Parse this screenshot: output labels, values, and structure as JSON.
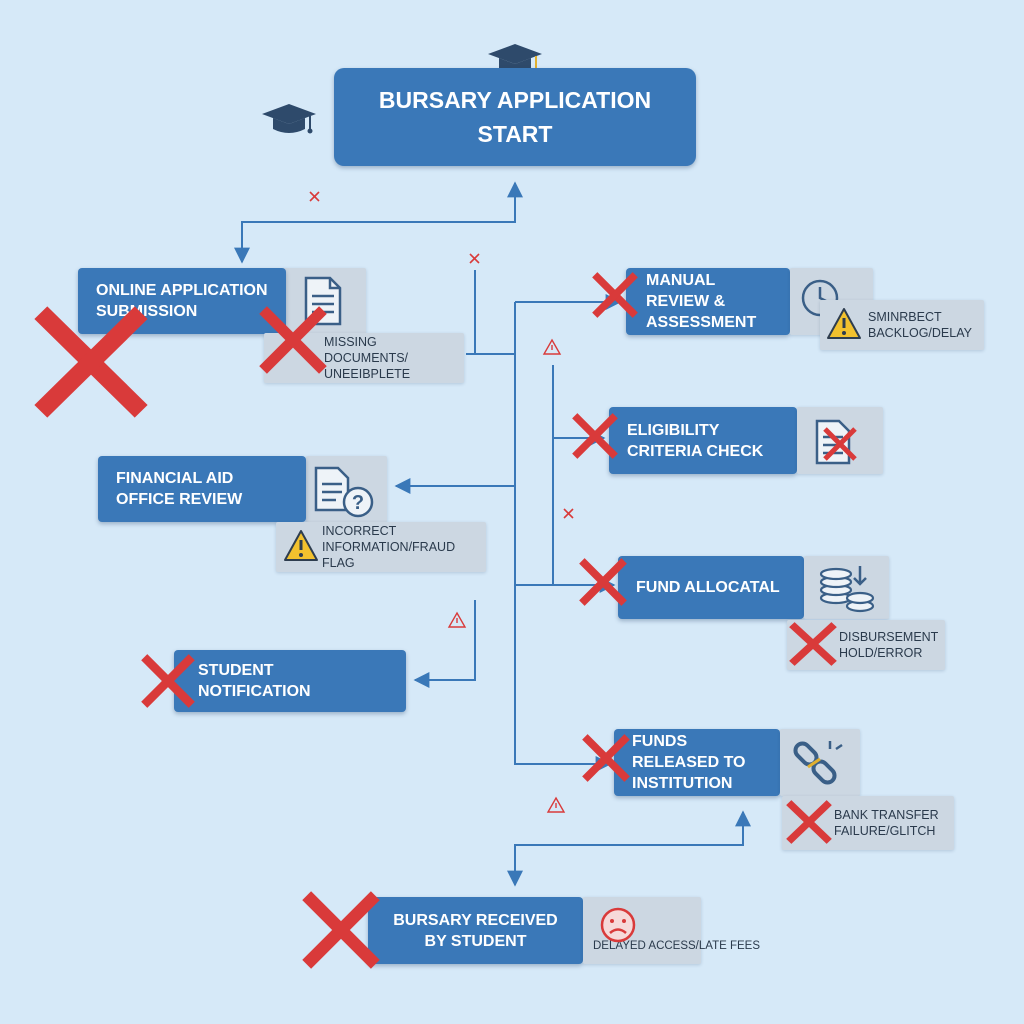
{
  "colors": {
    "background": "#d6e9f8",
    "node_fill": "#3a78b8",
    "node_text": "#ffffff",
    "issue_fill": "#ccd7e2",
    "connector": "#3a78b8",
    "error_red": "#d93a3a",
    "warning_yellow": "#f2c12e"
  },
  "nodes": {
    "start": "BURSARY APPLICATION START",
    "online_application": "ONLINE APPLICATION SUBMISSION",
    "manual_review": "MANUAL REVIEW & ASSESSMENT",
    "eligibility": "ELIGIBILITY CRITERIA CHECK",
    "financial_aid": "FINANCIAL AID OFFICE REVIEW",
    "fund_allocation": "FUND ALLOCATAL",
    "student_notification": "STUDENT NOTIFICATION",
    "funds_released": "FUNDS RELEASED TO INSTITUTION",
    "bursary_received": "BURSARY RECEIVED BY STUDENT"
  },
  "issues": {
    "missing_documents": "MISSING DOCUMENTS/ UNEEIBPLETE",
    "backlog": "SMINRBECT BACKLOG/DELAY",
    "incorrect_info": "INCORRECT INFORMATION/FRAUD FLAG",
    "disbursement": "DISBURSEMENT HOLD/ERROR",
    "bank_transfer": "BANK TRANSFER FAILURE/GLITCH",
    "delayed_access": "DELAYED ACCESS/LATE FEES"
  },
  "icons": {
    "graduation_cap": "graduation-cap-icon",
    "document": "document-icon",
    "clock": "clock-icon",
    "rejected_document": "rejected-document-icon",
    "document_question": "document-question-icon",
    "coins": "coins-icon",
    "broken_link": "broken-link-icon",
    "sad_face": "sad-face-icon",
    "warning": "warning-icon",
    "error_cross": "error-cross-icon"
  }
}
